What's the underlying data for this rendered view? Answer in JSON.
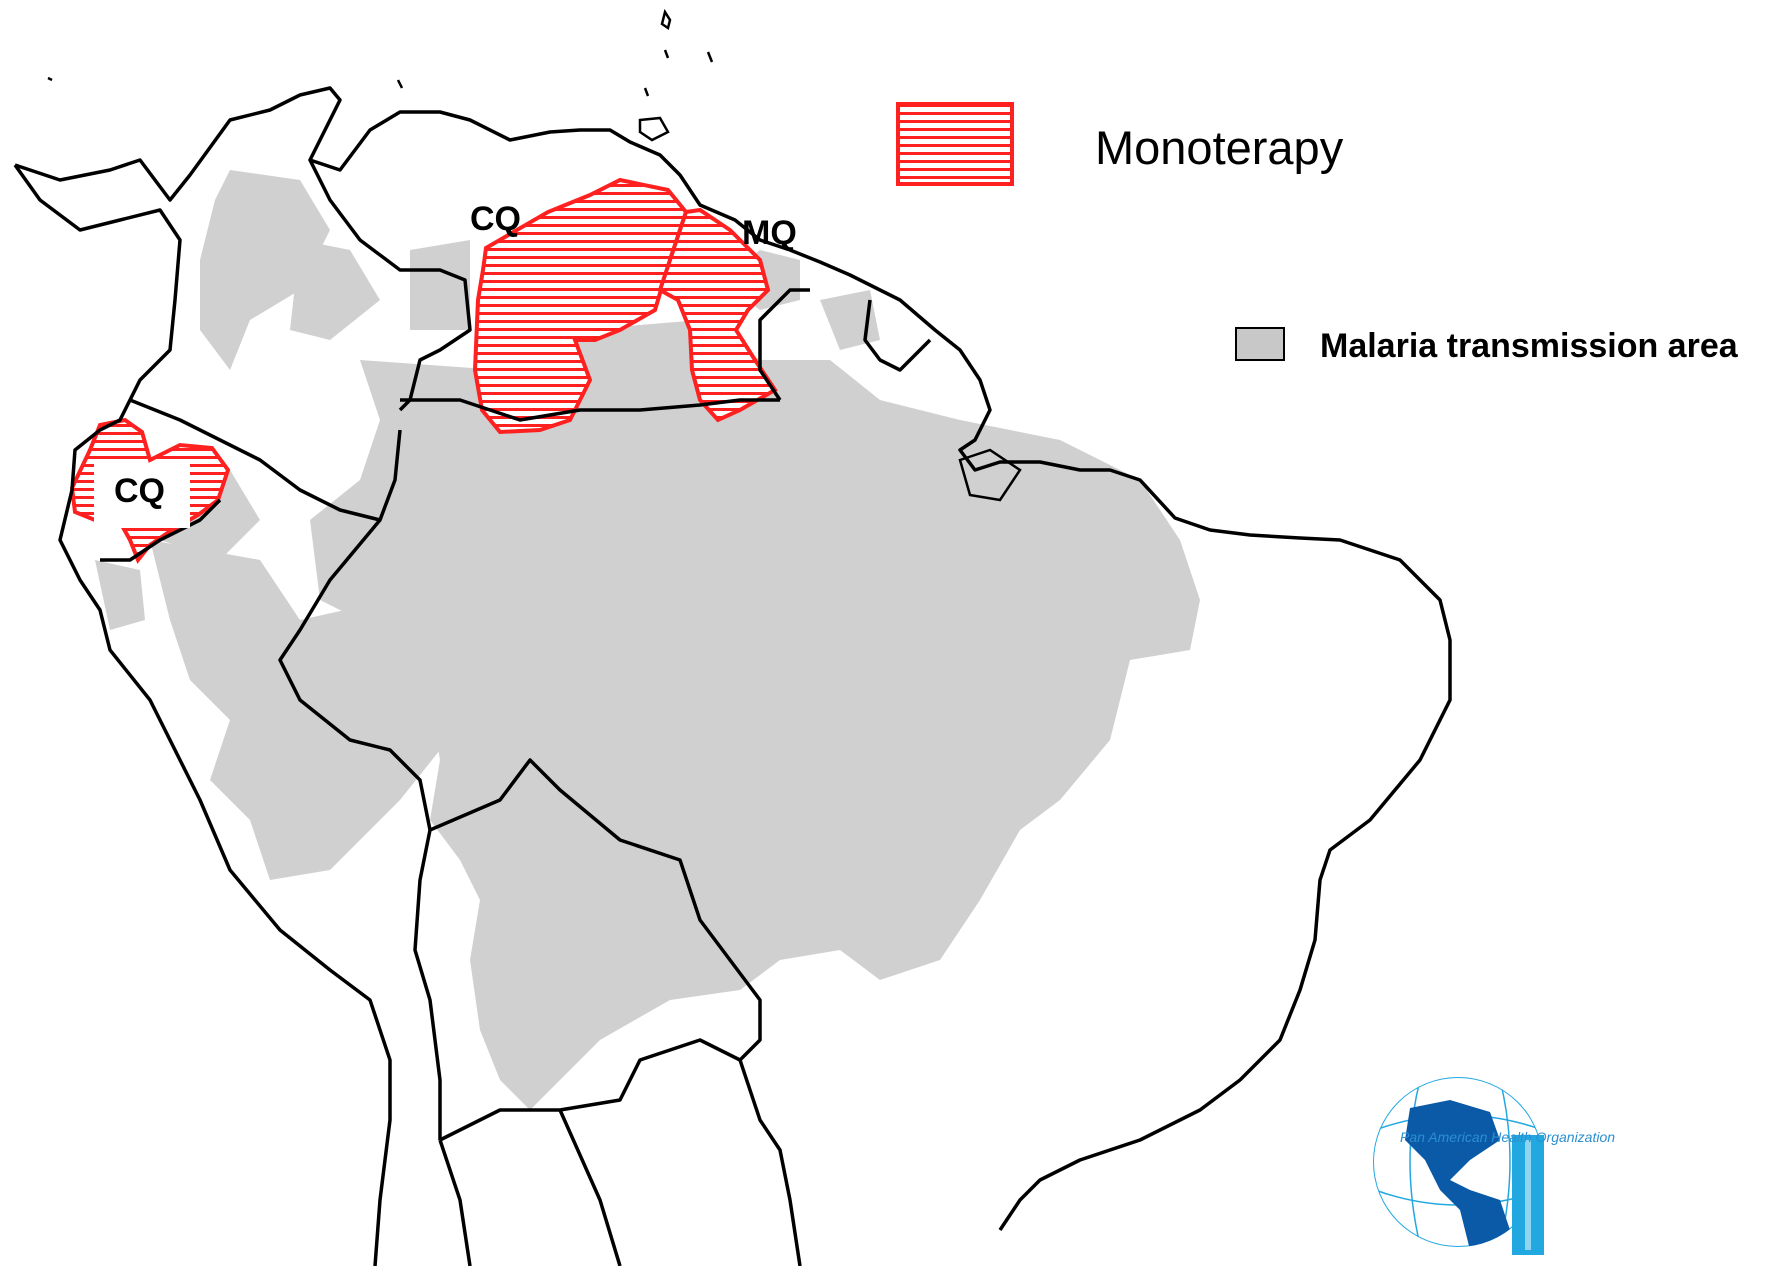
{
  "legend": {
    "monotherapy_label": "Monoterapy",
    "malaria_area_label": "Malaria transmission area"
  },
  "map_labels": {
    "venezuela_drug": "CQ",
    "guyana_drug": "MQ",
    "ecuador_drug": "CQ"
  },
  "logo": {
    "org_name": "Pan American Health Organization",
    "org_name_top": "Organization"
  },
  "colors": {
    "malaria_area": "#d0d0d0",
    "monotherapy_stripe": "#ff2020",
    "border": "#000000",
    "logo_blue": "#0a5aa8",
    "logo_light": "#22a8e0"
  }
}
